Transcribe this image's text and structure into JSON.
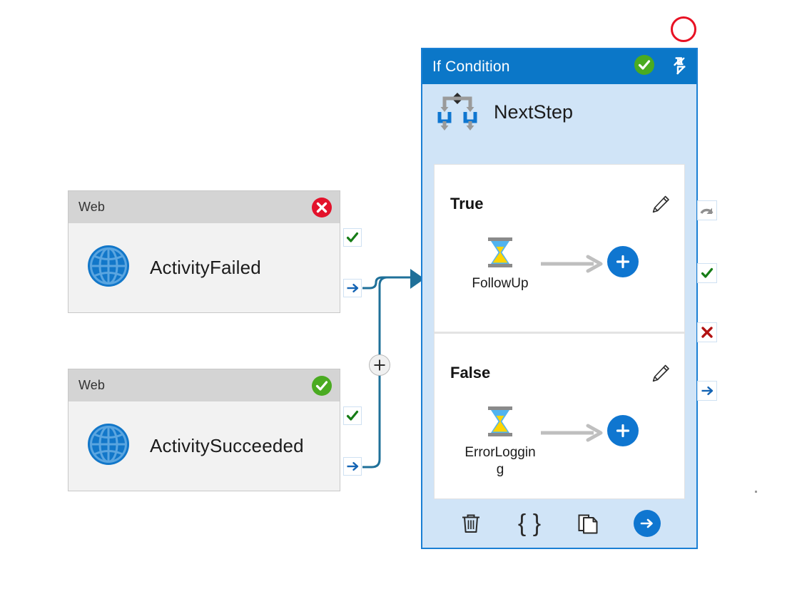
{
  "canvas": {
    "background": "#ffffff",
    "accent_blue": "#0b77c8",
    "wire_color": "#1f7099",
    "success_green": "#4caf26",
    "error_red": "#e81123"
  },
  "nodes": [
    {
      "id": "web-failed",
      "header_title": "Web",
      "status_icon": "error-circle-icon",
      "status": "failed",
      "type_icon": "globe-icon",
      "label": "ActivityFailed",
      "handles": [
        {
          "icon": "check-icon",
          "name": "success-handle"
        },
        {
          "icon": "arrow-right-icon",
          "name": "next-handle"
        }
      ]
    },
    {
      "id": "web-succeeded",
      "header_title": "Web",
      "status_icon": "success-circle-icon",
      "status": "succeeded",
      "type_icon": "globe-icon",
      "label": "ActivitySucceeded",
      "handles": [
        {
          "icon": "check-icon",
          "name": "success-handle"
        },
        {
          "icon": "arrow-right-icon",
          "name": "next-handle"
        }
      ]
    }
  ],
  "condition_card": {
    "header": {
      "title": "If Condition",
      "status_icon": "success-circle-icon",
      "collapse_icon": "collapse-diagonal-icon"
    },
    "activity": {
      "icon": "if-condition-icon",
      "name": "NextStep"
    },
    "branches": [
      {
        "title": "True",
        "edit_icon": "pencil-icon",
        "step_icon": "hourglass-icon",
        "step_name": "FollowUp",
        "arrow_icon": "arrow-right-icon",
        "add_icon": "plus-icon"
      },
      {
        "title": "False",
        "edit_icon": "pencil-icon",
        "step_icon": "hourglass-icon",
        "step_name": "ErrorLogging",
        "arrow_icon": "arrow-right-icon",
        "add_icon": "plus-icon"
      }
    ],
    "toolbar": [
      {
        "name": "delete-button",
        "icon": "trash-icon",
        "label": ""
      },
      {
        "name": "expression-button",
        "icon": "braces-icon",
        "label": "{ }"
      },
      {
        "name": "duplicate-button",
        "icon": "copy-icon",
        "label": ""
      },
      {
        "name": "run-button",
        "icon": "arrow-right-circle-icon",
        "label": ""
      }
    ],
    "side_handles": [
      {
        "name": "retry-handle",
        "icon": "retry-arrow-icon"
      },
      {
        "name": "success-handle",
        "icon": "check-icon"
      },
      {
        "name": "failure-handle",
        "icon": "cross-icon"
      },
      {
        "name": "next-handle",
        "icon": "arrow-right-icon"
      }
    ]
  },
  "overlays": {
    "selection_marker": "red-circle-marker",
    "add_link_button": {
      "name": "add-link-button",
      "icon": "plus-icon"
    }
  }
}
